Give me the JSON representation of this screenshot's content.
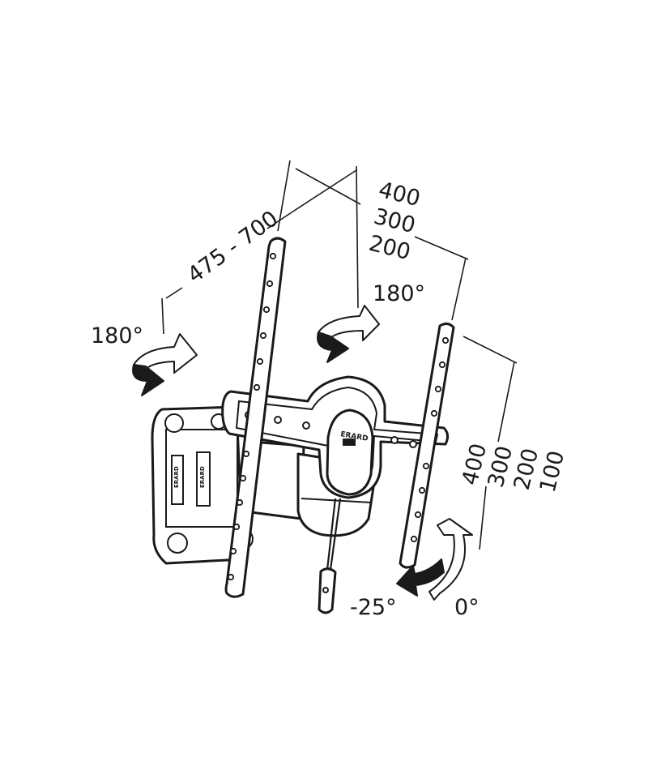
{
  "labels": {
    "width_range": "475 - 700",
    "top_spacing": [
      "400",
      "300",
      "200"
    ],
    "side_spacing": [
      "400",
      "300",
      "200",
      "100"
    ],
    "rotation_left": "180°",
    "rotation_right": "180°",
    "tilt_min": "-25°",
    "tilt_max": "0°",
    "brand": "ERARD"
  },
  "colors": {
    "line": "#1a1a1a",
    "background": "#ffffff"
  }
}
